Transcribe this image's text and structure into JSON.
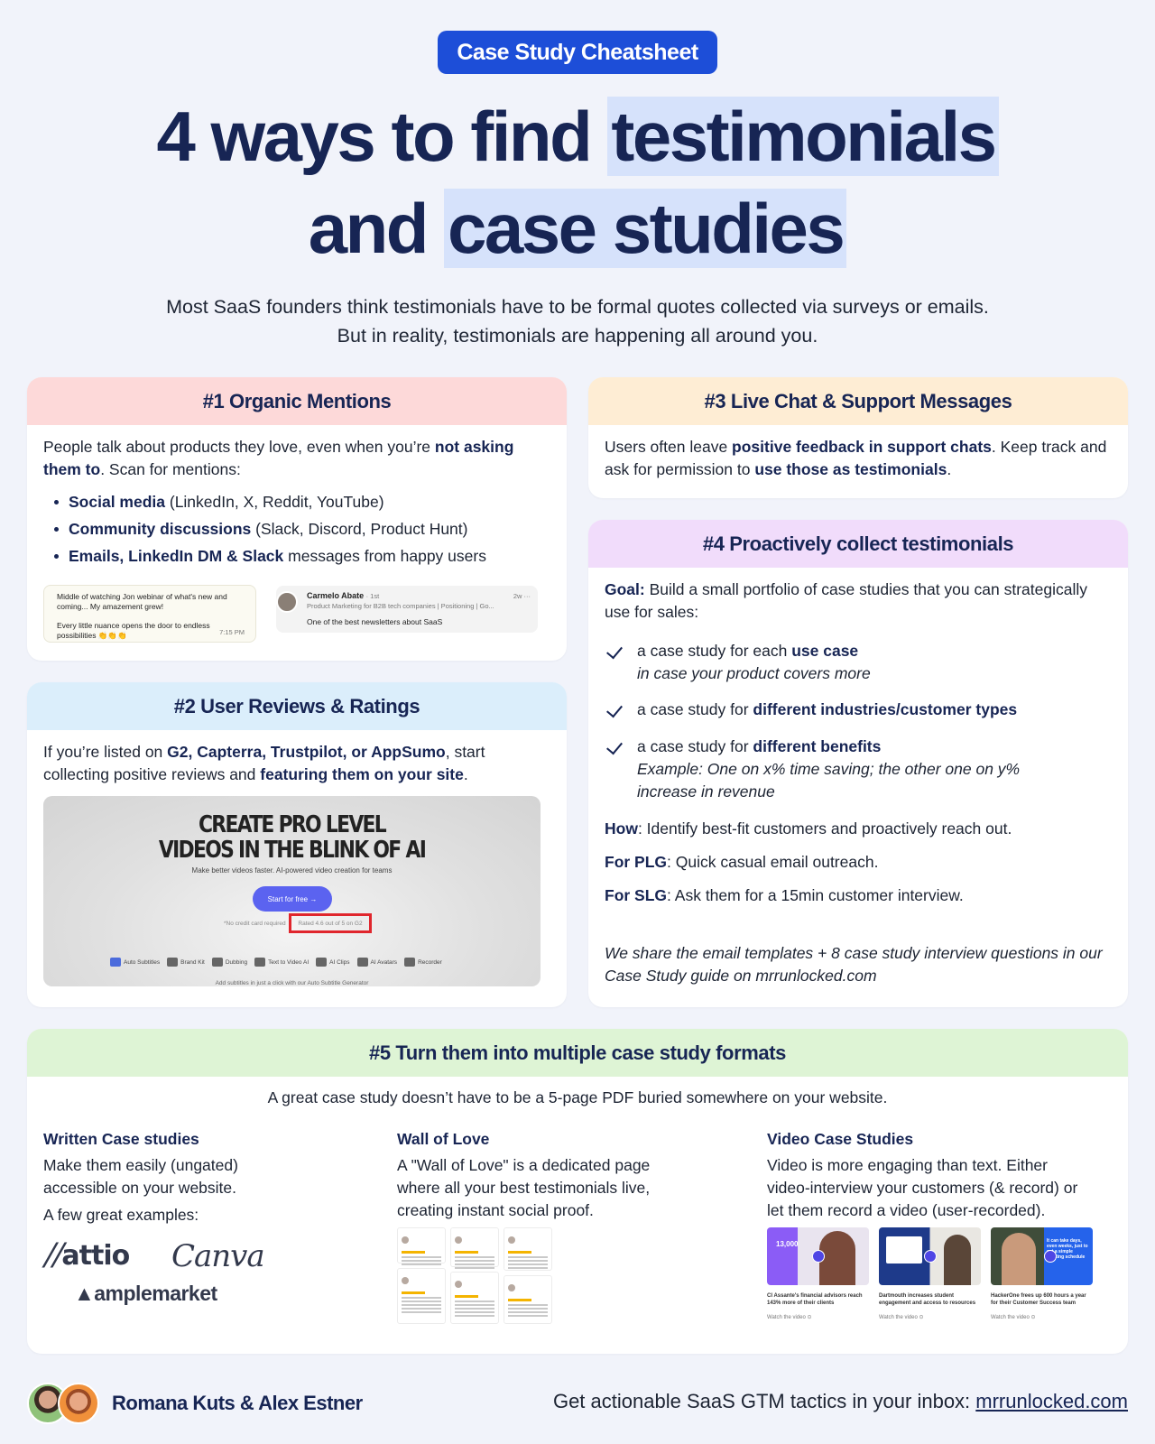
{
  "badge": "Case Study Cheatsheet",
  "title": {
    "line1_a": "4 ways to find ",
    "line1_hl": "testimonials",
    "line2_a": "and ",
    "line2_hl": "case studies"
  },
  "subtitle": {
    "line1": "Most SaaS founders think testimonials have to be formal quotes collected via surveys or emails.",
    "line2": "But in reality, testimonials are happening all around you."
  },
  "colors": {
    "badge": "#1d4ed8",
    "navy": "#172554",
    "card1_head": "#fdd9d9",
    "card2_head": "#dbeefb",
    "card3_head": "#feedd4",
    "card4_head": "#f1dcfb",
    "card5_head": "#def4d5",
    "highlight": "#d6e2fb"
  },
  "card1": {
    "title": "#1 Organic Mentions",
    "intro_a": "People talk about products they love, even when you’re ",
    "intro_b": "not asking them to",
    "intro_c": ". Scan for mentions:",
    "bullets": [
      {
        "bold": "Social media",
        "rest": " (LinkedIn, X, Reddit, YouTube)"
      },
      {
        "bold": "Community discussions",
        "rest": " (Slack, Discord, Product Hunt)"
      },
      {
        "bold": "Emails, LinkedIn DM & Slack",
        "rest": " messages from happy users"
      }
    ],
    "msg1": {
      "line1": "Middle of watching Jon webinar of what's new and coming... My amazement grew!",
      "line2": "Every little nuance opens the door to endless possibilities 👏👏👏",
      "time": "7:15 PM"
    },
    "msg2": {
      "name": "Carmelo Abate",
      "degree": "· 1st",
      "headline": "Product Marketing for B2B tech companies | Positioning | Go...",
      "ago": "2w ···",
      "text": "One of the best newsletters about SaaS"
    }
  },
  "card2": {
    "title": "#2 User Reviews & Ratings",
    "p_a": "If you’re listed on ",
    "p_b": "G2, Capterra, Trustpilot, or AppSumo",
    "p_c": ", start collecting positive reviews and ",
    "p_d": "featuring them on your site",
    "p_e": ".",
    "shot": {
      "headline1": "CREATE PRO LEVEL",
      "headline2": "VIDEOS IN THE BLINK OF AI",
      "sub": "Make better videos faster. AI-powered video creation for teams",
      "button": "Start for free →",
      "note": "*No credit card required",
      "rated": "Rated 4.6 out of 5 on G2",
      "tools": [
        "Auto Subtitles",
        "Brand Kit",
        "Dubbing",
        "Text to Video AI",
        "AI Clips",
        "AI Avatars",
        "Recorder"
      ],
      "footer": "Add subtitles in just a click with our Auto Subtitle Generator"
    }
  },
  "card3": {
    "title": "#3 Live Chat & Support Messages",
    "p_a": "Users often leave ",
    "p_b": "positive feedback in support chats",
    "p_c": ". Keep track and ask for permission to ",
    "p_d": "use those as testimonials",
    "p_e": "."
  },
  "card4": {
    "title": "#4 Proactively collect testimonials",
    "goal_label": "Goal:",
    "goal_text": " Build a small portfolio of case studies that you can strategically use for sales:",
    "checks": [
      {
        "pre": "a case study for each ",
        "bold": "use case",
        "note": "in case your product covers more"
      },
      {
        "pre": "a case study for ",
        "bold": "different industries/customer types",
        "note": ""
      },
      {
        "pre": "a case study for ",
        "bold": "different benefits",
        "note": "Example: One on x% time saving; the other one on y% increase in revenue"
      }
    ],
    "how_label": "How",
    "how_text": ": Identify best-fit customers and proactively reach out.",
    "plg_label": "For PLG",
    "plg_text": ": Quick casual email outreach.",
    "slg_label": "For SLG",
    "slg_text": ": Ask them for a 15min customer interview.",
    "share": "We share the email templates + 8 case study interview questions in our Case Study guide on mrrunlocked.com"
  },
  "card5": {
    "title": "#5 Turn them into multiple case study formats",
    "intro": "A great case study doesn’t have to be a 5-page PDF buried somewhere on your website.",
    "written": {
      "heading": "Written Case studies",
      "text": "Make them easily (ungated) accessible on your website.",
      "examples": "A few great examples:",
      "logos": [
        "attio",
        "Canva",
        "amplemarket"
      ]
    },
    "wall": {
      "heading": "Wall of Love",
      "text": "A \"Wall of Love\" is a dedicated page where all your best testimonials live, creating instant social proof."
    },
    "video": {
      "heading": "Video Case Studies",
      "text": "Video is more engaging than text. Either video-interview your customers (& record) or let them record a video (user-recorded).",
      "items": [
        {
          "badge": "13,000",
          "caption": "CI Assante's financial advisors reach 143% more of their clients",
          "watch": "Watch the video ⊙"
        },
        {
          "badge": "",
          "caption": "Dartmouth increases student engagement and access to resources",
          "watch": "Watch the video ⊙"
        },
        {
          "badge": "It can take days, even weeks, just to get a simple meeting schedule",
          "caption": "HackerOne frees up 600 hours a year for their Customer Success team",
          "watch": "Watch the video ⊙"
        }
      ]
    }
  },
  "footer": {
    "authors": "Romana Kuts & Alex Estner",
    "cta": "Get actionable SaaS GTM tactics in your inbox: ",
    "link": "mrrunlocked.com"
  }
}
